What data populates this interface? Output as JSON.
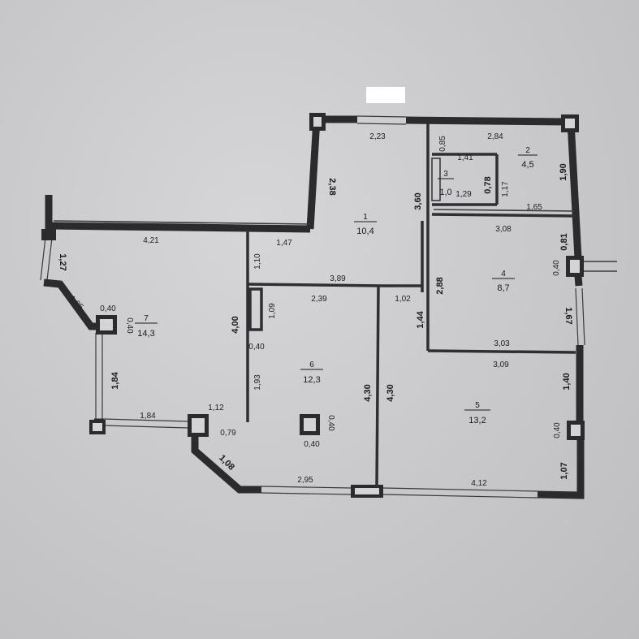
{
  "plan": {
    "rooms": [
      {
        "id": "1",
        "number": "1",
        "area": "10,4"
      },
      {
        "id": "2",
        "number": "2",
        "area": "4,5"
      },
      {
        "id": "3",
        "number": "3",
        "area": "1,0"
      },
      {
        "id": "4",
        "number": "4",
        "area": "8,7"
      },
      {
        "id": "5",
        "number": "5",
        "area": "13,2"
      },
      {
        "id": "6",
        "number": "6",
        "area": "12,3"
      },
      {
        "id": "7",
        "number": "7",
        "area": "14,3"
      }
    ],
    "dims": {
      "top_223": "2,23",
      "top_284": "2,84",
      "v_085": "0,85",
      "d_141": "1,41",
      "v_190": "1,90",
      "v_238": "2,38",
      "v_078": "0,78",
      "d_129": "1,29",
      "v_117": "1,17",
      "v_360": "3,60",
      "d_165": "1,65",
      "d_308": "3,08",
      "d_421": "4,21",
      "d_147": "1,47",
      "v_081": "0,81",
      "v_127": "1,27",
      "v_110": "1,10",
      "v_040_r": "0,40",
      "d_389": "3,89",
      "v_288": "2,88",
      "d_239": "2,39",
      "d_102": "1,02",
      "v_105": "1,05",
      "d_040_7": "0,40",
      "v_040_7": "0,40",
      "v_109": "1,09",
      "v_400": "4,00",
      "v_144": "1,44",
      "v_167": "1,67",
      "v_040_6a": "0,40",
      "d_303": "3,03",
      "d_309": "3,09",
      "v_184": "1,84",
      "v_193": "1,93",
      "v_430a": "4,30",
      "v_430b": "4,30",
      "v_140": "1,40",
      "d_112": "1,12",
      "d_184": "1,84",
      "d_079": "0,79",
      "v_040_col6": "0,40",
      "d_040_col6": "0,40",
      "v_040_5": "0,40",
      "v_108": "1,08",
      "d_295": "2,95",
      "d_412": "4,12",
      "v_107": "1,07"
    },
    "colors": {
      "wall": "#2b2b2e",
      "paper": "#cdcdcf",
      "redaction": "#ffffff"
    }
  }
}
